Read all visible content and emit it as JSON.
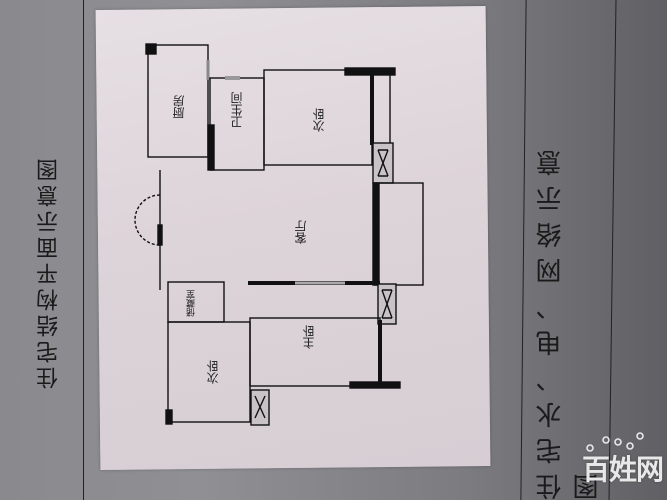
{
  "photo": {
    "subject": "Floor plan printout on a display board",
    "left_panel_title": "住宅结构平面示意图",
    "right_panel_title": "住宅水、电、网络示意图"
  },
  "floor_plan": {
    "rooms": {
      "kitchen": "厨房",
      "bathroom": "卫生间",
      "bedroom_top": "次卧",
      "living_room": "客厅",
      "storage": "储藏室",
      "master_bedroom": "主卧",
      "bedroom_bottom": "次卧"
    }
  },
  "watermark": {
    "text": "百姓网"
  },
  "colors": {
    "paper": "#ddd4d9",
    "board": "#88888c",
    "wall": "#111111",
    "watermark": "#e8e8e8"
  }
}
